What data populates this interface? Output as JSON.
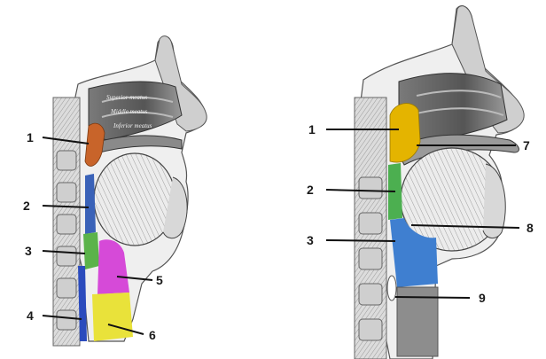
{
  "colors": {
    "background": "#ffffff",
    "nasopharynx_left": "#c8642a",
    "oropharynx_left": "#3a62b8",
    "laryngeal_green_left": "#5bb34a",
    "hypopharynx_magenta": "#d64ad8",
    "yellow_region_left": "#e9e23a",
    "blue_strip_left": "#2b4bbd",
    "nasopharynx_right": "#e4b400",
    "oropharynx_right": "#4caf50",
    "hypopharynx_right": "#3f7fd0"
  },
  "left_figure": {
    "labels": [
      "1",
      "2",
      "3",
      "4",
      "5",
      "6"
    ],
    "tiny_texts": [
      "Superior meatus",
      "Middle meatus",
      "Inferior meatus"
    ]
  },
  "right_figure": {
    "labels": [
      "1",
      "2",
      "3",
      "7",
      "8",
      "9"
    ]
  }
}
